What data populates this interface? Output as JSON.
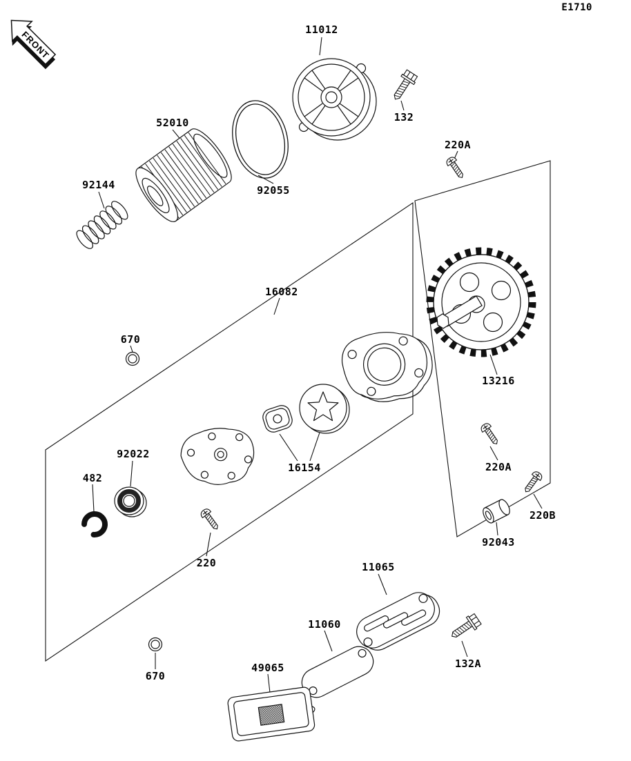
{
  "diagram": {
    "code": "E1710",
    "front_label": "FRONT",
    "line_color": "#111111",
    "background_color": "#ffffff"
  },
  "parts": {
    "p11012": {
      "label": "11012"
    },
    "p132": {
      "label": "132"
    },
    "p52010": {
      "label": "52010"
    },
    "p92055": {
      "label": "92055"
    },
    "p92144": {
      "label": "92144"
    },
    "p220a_top": {
      "label": "220A"
    },
    "p16082": {
      "label": "16082"
    },
    "p670_top": {
      "label": "670"
    },
    "p13216": {
      "label": "13216"
    },
    "p92022": {
      "label": "92022"
    },
    "p482": {
      "label": "482"
    },
    "p16154": {
      "label": "16154"
    },
    "p220": {
      "label": "220"
    },
    "p220a_mid": {
      "label": "220A"
    },
    "p220b": {
      "label": "220B"
    },
    "p92043": {
      "label": "92043"
    },
    "p11065": {
      "label": "11065"
    },
    "p11060": {
      "label": "11060"
    },
    "p49065": {
      "label": "49065"
    },
    "p132a": {
      "label": "132A"
    },
    "p670_bottom": {
      "label": "670"
    }
  }
}
